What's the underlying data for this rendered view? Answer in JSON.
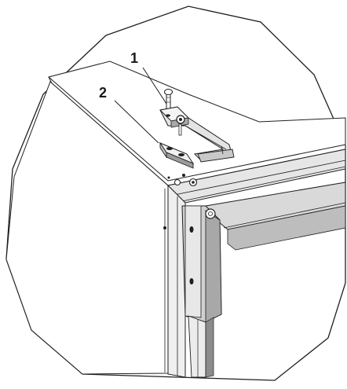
{
  "callouts": [
    {
      "id": "1",
      "label": "1"
    },
    {
      "id": "2",
      "label": "2"
    }
  ],
  "colors": {
    "outline": "#1f1f1f",
    "face_light": "#f5f5f5",
    "face_mid": "#d9d9d9",
    "face_dark": "#9a9a9a",
    "background": "#ffffff"
  }
}
